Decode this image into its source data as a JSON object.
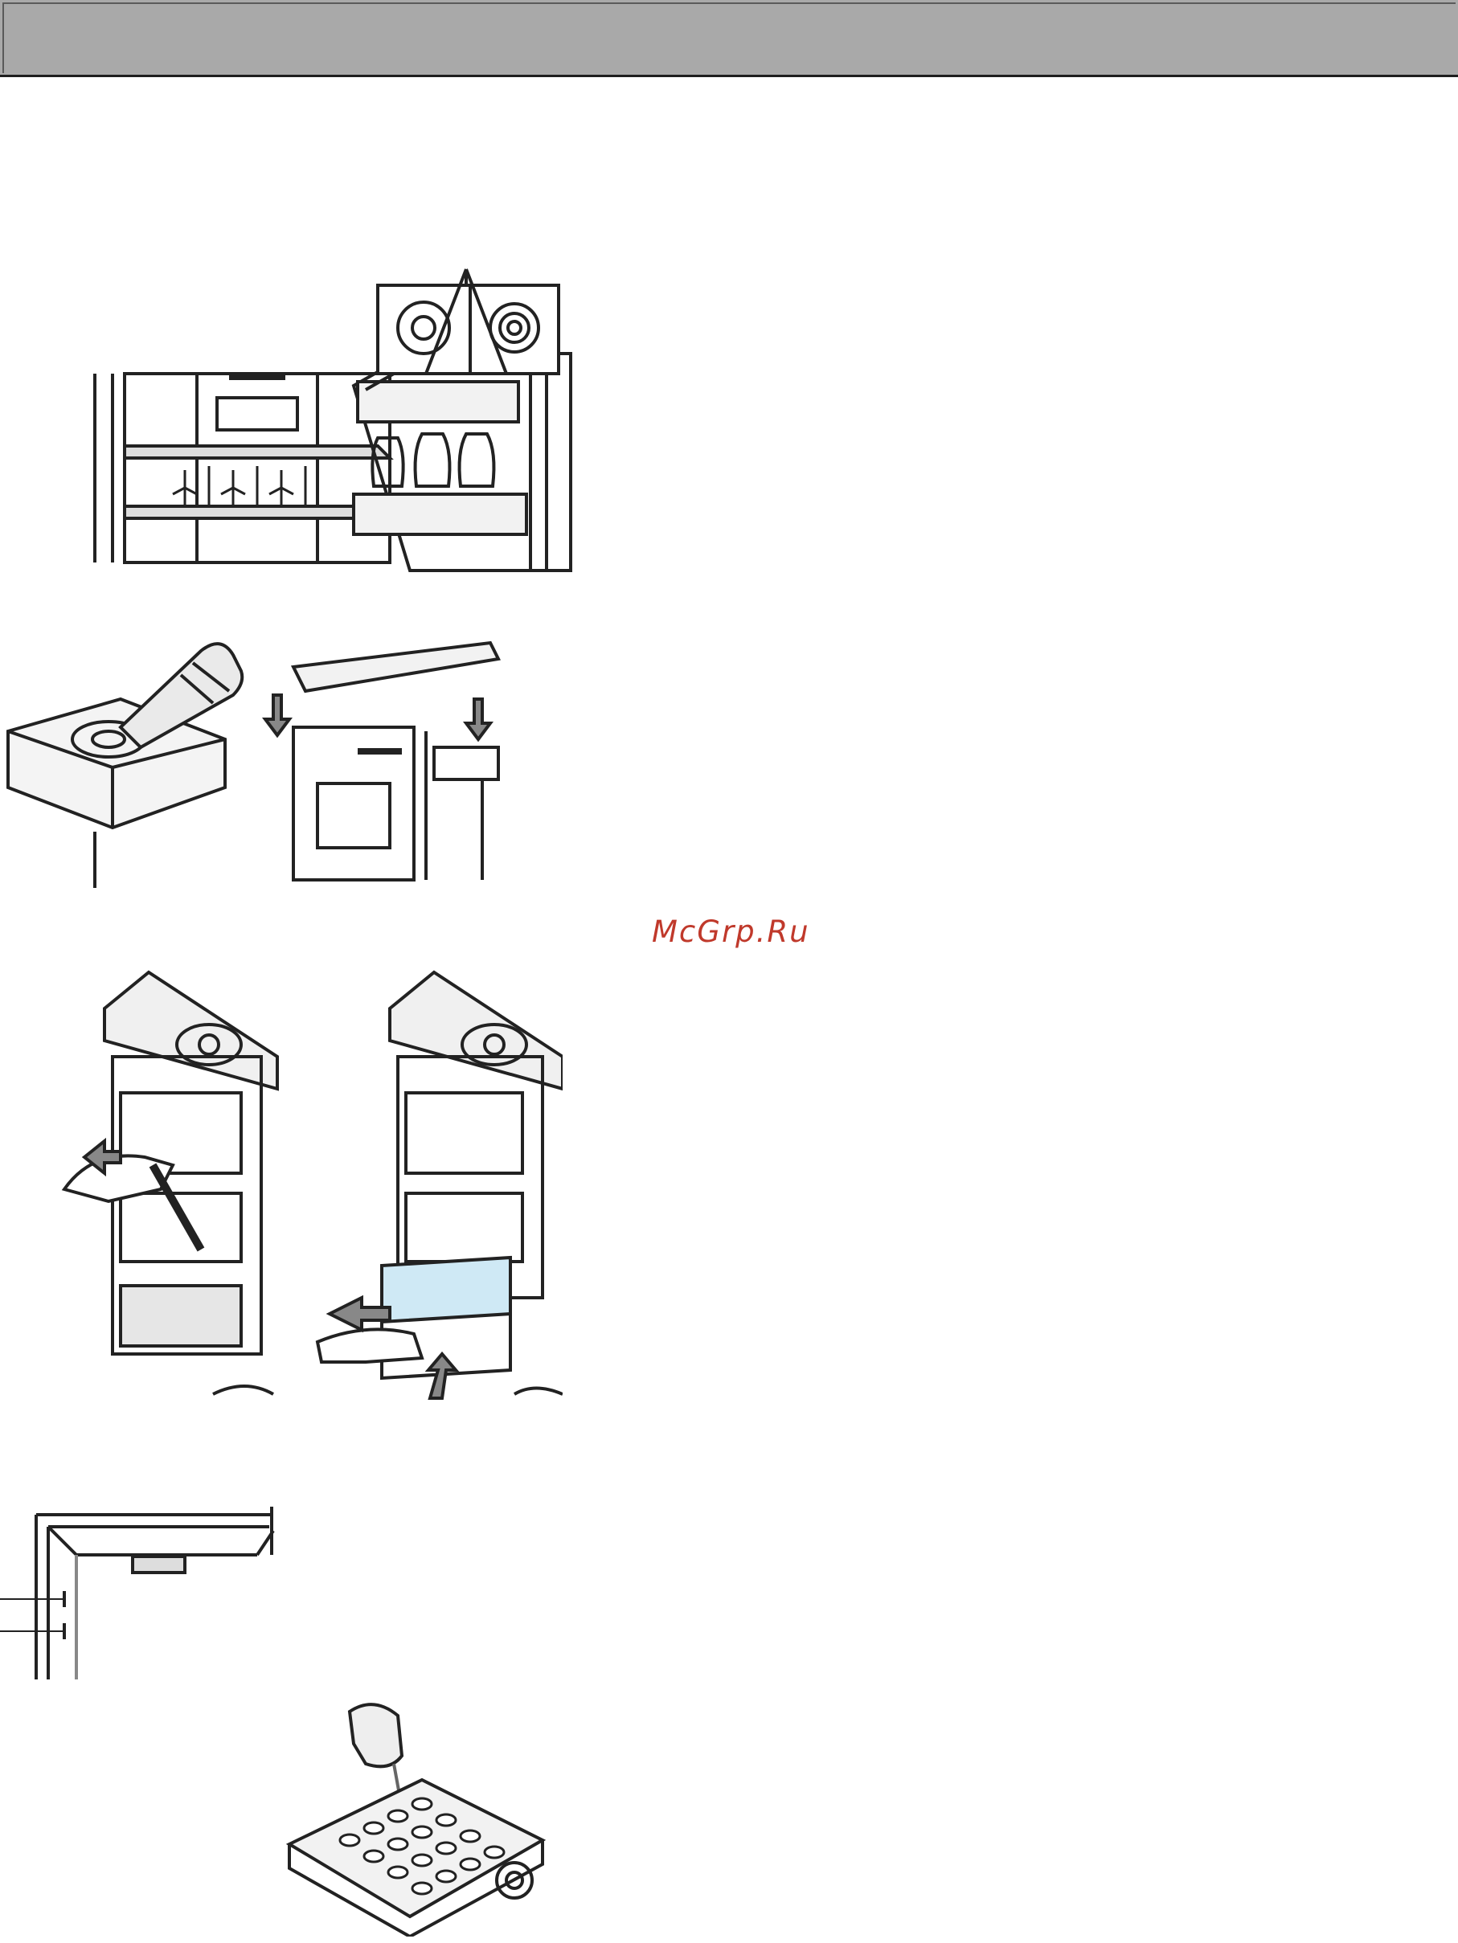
{
  "header": {
    "title": ""
  },
  "watermark": {
    "text": "McGrp.Ru",
    "color": "#c0392b"
  },
  "figures": [
    {
      "name": "fridge-interior-figure",
      "icon": "refrigerator-interior-icon"
    },
    {
      "name": "filling-water-tank-figure",
      "icon": "water-tank-bottle-icon"
    },
    {
      "name": "ice-drawer-figure",
      "icon": "ice-drawer-icon"
    },
    {
      "name": "freezer-corner-figure",
      "icon": "freezer-corner-icon"
    },
    {
      "name": "ice-tray-figure",
      "icon": "ice-tray-pitcher-icon"
    }
  ]
}
